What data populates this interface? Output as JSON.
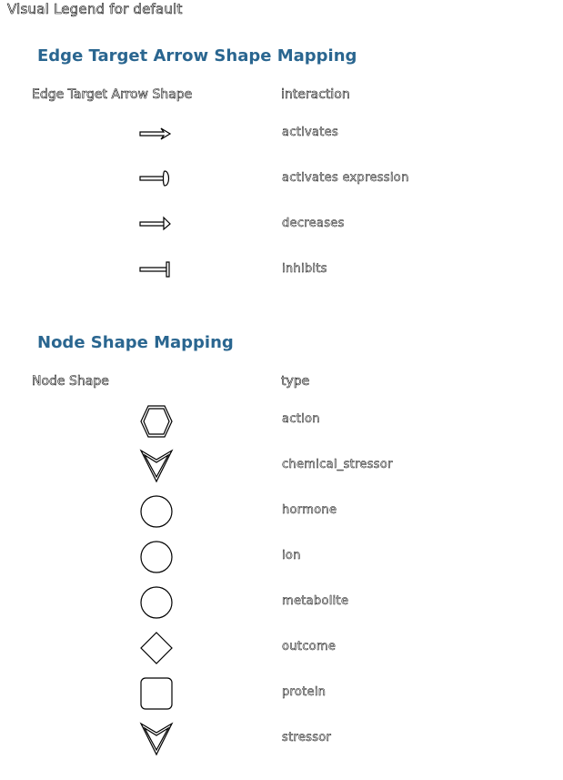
{
  "page_title": "Visual Legend for default",
  "edge_section": {
    "title": "Edge Target Arrow Shape Mapping",
    "col_visual": "Edge Target Arrow Shape",
    "col_attr": "interaction",
    "rows": [
      {
        "label": "activates",
        "icon": "arrow-delta-icon"
      },
      {
        "label": "activates expression",
        "icon": "arrow-half-circle-icon"
      },
      {
        "label": "decreases",
        "icon": "arrow-half-delta-icon"
      },
      {
        "label": "inhibits",
        "icon": "arrow-tee-icon"
      }
    ]
  },
  "node_section": {
    "title": "Node Shape Mapping",
    "col_visual": "Node Shape",
    "col_attr": "type",
    "rows": [
      {
        "label": "action",
        "icon": "hexagon-icon"
      },
      {
        "label": "chemical_stressor",
        "icon": "v-shape-icon"
      },
      {
        "label": "hormone",
        "icon": "circle-icon"
      },
      {
        "label": "ion",
        "icon": "circle-icon"
      },
      {
        "label": "metabolite",
        "icon": "circle-icon"
      },
      {
        "label": "outcome",
        "icon": "diamond-icon"
      },
      {
        "label": "protein",
        "icon": "round-rectangle-icon"
      },
      {
        "label": "stressor",
        "icon": "v-shape-icon"
      }
    ]
  }
}
